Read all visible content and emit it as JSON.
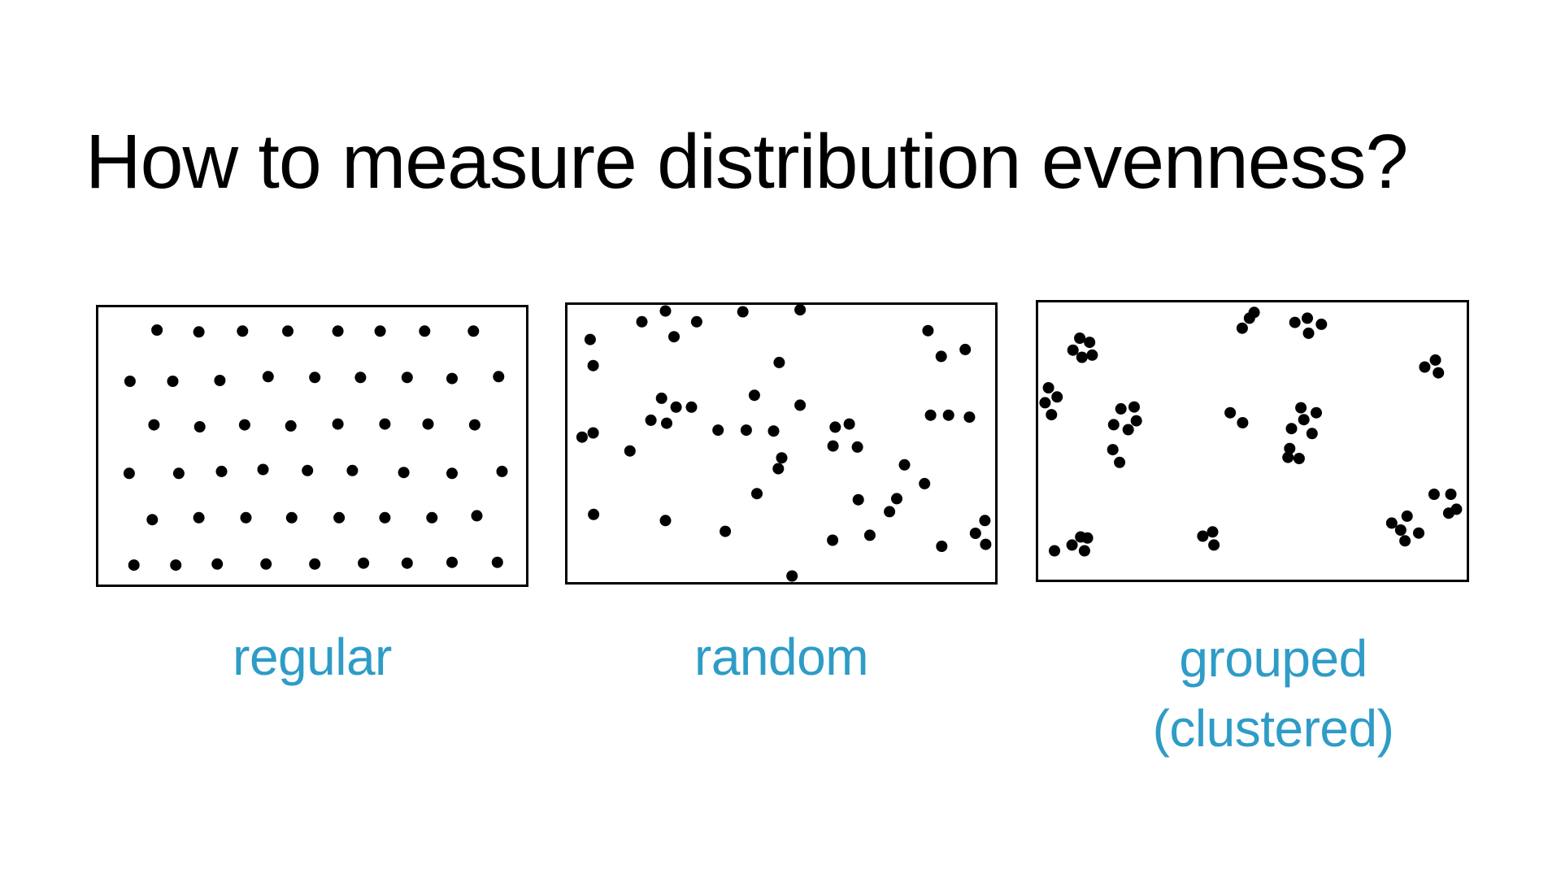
{
  "title": "How to measure distribution evenness?",
  "colors": {
    "caption": "#2e9cc7",
    "dot": "#000000",
    "border": "#000000"
  },
  "panels": [
    {
      "id": "regular",
      "label_lines": [
        "regular"
      ],
      "points": [
        [
          0.137,
          0.082
        ],
        [
          0.235,
          0.089
        ],
        [
          0.337,
          0.086
        ],
        [
          0.443,
          0.086
        ],
        [
          0.56,
          0.086
        ],
        [
          0.659,
          0.086
        ],
        [
          0.763,
          0.086
        ],
        [
          0.877,
          0.086
        ],
        [
          0.074,
          0.267
        ],
        [
          0.174,
          0.267
        ],
        [
          0.284,
          0.264
        ],
        [
          0.397,
          0.25
        ],
        [
          0.506,
          0.253
        ],
        [
          0.613,
          0.253
        ],
        [
          0.722,
          0.253
        ],
        [
          0.827,
          0.257
        ],
        [
          0.936,
          0.25
        ],
        [
          0.13,
          0.424
        ],
        [
          0.237,
          0.431
        ],
        [
          0.342,
          0.424
        ],
        [
          0.45,
          0.428
        ],
        [
          0.56,
          0.421
        ],
        [
          0.67,
          0.421
        ],
        [
          0.771,
          0.421
        ],
        [
          0.88,
          0.424
        ],
        [
          0.072,
          0.599
        ],
        [
          0.188,
          0.599
        ],
        [
          0.288,
          0.592
        ],
        [
          0.385,
          0.585
        ],
        [
          0.489,
          0.589
        ],
        [
          0.594,
          0.589
        ],
        [
          0.714,
          0.596
        ],
        [
          0.827,
          0.599
        ],
        [
          0.944,
          0.592
        ],
        [
          0.126,
          0.766
        ],
        [
          0.235,
          0.759
        ],
        [
          0.345,
          0.759
        ],
        [
          0.452,
          0.759
        ],
        [
          0.563,
          0.759
        ],
        [
          0.67,
          0.759
        ],
        [
          0.78,
          0.759
        ],
        [
          0.885,
          0.752
        ],
        [
          0.083,
          0.93
        ],
        [
          0.181,
          0.93
        ],
        [
          0.278,
          0.926
        ],
        [
          0.392,
          0.926
        ],
        [
          0.506,
          0.926
        ],
        [
          0.62,
          0.923
        ],
        [
          0.722,
          0.923
        ],
        [
          0.827,
          0.92
        ],
        [
          0.933,
          0.92
        ]
      ]
    },
    {
      "id": "random",
      "label_lines": [
        "random"
      ],
      "points": [
        [
          0.053,
          0.125
        ],
        [
          0.174,
          0.061
        ],
        [
          0.229,
          0.022
        ],
        [
          0.249,
          0.115
        ],
        [
          0.302,
          0.061
        ],
        [
          0.41,
          0.025
        ],
        [
          0.544,
          0.018
        ],
        [
          0.843,
          0.093
        ],
        [
          0.874,
          0.186
        ],
        [
          0.93,
          0.161
        ],
        [
          0.06,
          0.219
        ],
        [
          0.495,
          0.208
        ],
        [
          0.22,
          0.337
        ],
        [
          0.254,
          0.369
        ],
        [
          0.29,
          0.369
        ],
        [
          0.437,
          0.326
        ],
        [
          0.544,
          0.362
        ],
        [
          0.195,
          0.416
        ],
        [
          0.232,
          0.427
        ],
        [
          0.352,
          0.452
        ],
        [
          0.418,
          0.452
        ],
        [
          0.482,
          0.455
        ],
        [
          0.626,
          0.441
        ],
        [
          0.659,
          0.43
        ],
        [
          0.849,
          0.398
        ],
        [
          0.891,
          0.398
        ],
        [
          0.94,
          0.405
        ],
        [
          0.034,
          0.477
        ],
        [
          0.06,
          0.462
        ],
        [
          0.146,
          0.527
        ],
        [
          0.621,
          0.509
        ],
        [
          0.678,
          0.513
        ],
        [
          0.501,
          0.552
        ],
        [
          0.493,
          0.591
        ],
        [
          0.788,
          0.577
        ],
        [
          0.835,
          0.645
        ],
        [
          0.443,
          0.681
        ],
        [
          0.68,
          0.703
        ],
        [
          0.77,
          0.699
        ],
        [
          0.753,
          0.746
        ],
        [
          0.061,
          0.756
        ],
        [
          0.229,
          0.778
        ],
        [
          0.369,
          0.817
        ],
        [
          0.62,
          0.849
        ],
        [
          0.707,
          0.831
        ],
        [
          0.875,
          0.871
        ],
        [
          0.954,
          0.824
        ],
        [
          0.976,
          0.778
        ],
        [
          0.978,
          0.864
        ],
        [
          0.525,
          0.978
        ]
      ]
    },
    {
      "id": "grouped",
      "label_lines": [
        "grouped",
        "(clustered)"
      ],
      "points": [
        [
          0.097,
          0.129
        ],
        [
          0.12,
          0.144
        ],
        [
          0.081,
          0.172
        ],
        [
          0.102,
          0.198
        ],
        [
          0.126,
          0.19
        ],
        [
          0.024,
          0.308
        ],
        [
          0.044,
          0.341
        ],
        [
          0.016,
          0.362
        ],
        [
          0.031,
          0.405
        ],
        [
          0.193,
          0.384
        ],
        [
          0.224,
          0.377
        ],
        [
          0.176,
          0.441
        ],
        [
          0.21,
          0.459
        ],
        [
          0.229,
          0.427
        ],
        [
          0.174,
          0.531
        ],
        [
          0.19,
          0.577
        ],
        [
          0.476,
          0.093
        ],
        [
          0.493,
          0.057
        ],
        [
          0.504,
          0.036
        ],
        [
          0.599,
          0.072
        ],
        [
          0.628,
          0.057
        ],
        [
          0.631,
          0.111
        ],
        [
          0.661,
          0.079
        ],
        [
          0.448,
          0.398
        ],
        [
          0.477,
          0.434
        ],
        [
          0.613,
          0.38
        ],
        [
          0.649,
          0.398
        ],
        [
          0.62,
          0.423
        ],
        [
          0.591,
          0.455
        ],
        [
          0.639,
          0.473
        ],
        [
          0.587,
          0.527
        ],
        [
          0.583,
          0.559
        ],
        [
          0.609,
          0.563
        ],
        [
          0.902,
          0.233
        ],
        [
          0.927,
          0.208
        ],
        [
          0.934,
          0.254
        ],
        [
          0.924,
          0.692
        ],
        [
          0.963,
          0.692
        ],
        [
          0.958,
          0.76
        ],
        [
          0.976,
          0.746
        ],
        [
          0.825,
          0.796
        ],
        [
          0.861,
          0.771
        ],
        [
          0.846,
          0.821
        ],
        [
          0.888,
          0.832
        ],
        [
          0.856,
          0.86
        ],
        [
          0.079,
          0.875
        ],
        [
          0.099,
          0.846
        ],
        [
          0.115,
          0.85
        ],
        [
          0.108,
          0.896
        ],
        [
          0.038,
          0.896
        ],
        [
          0.384,
          0.843
        ],
        [
          0.407,
          0.828
        ],
        [
          0.41,
          0.875
        ]
      ]
    }
  ]
}
